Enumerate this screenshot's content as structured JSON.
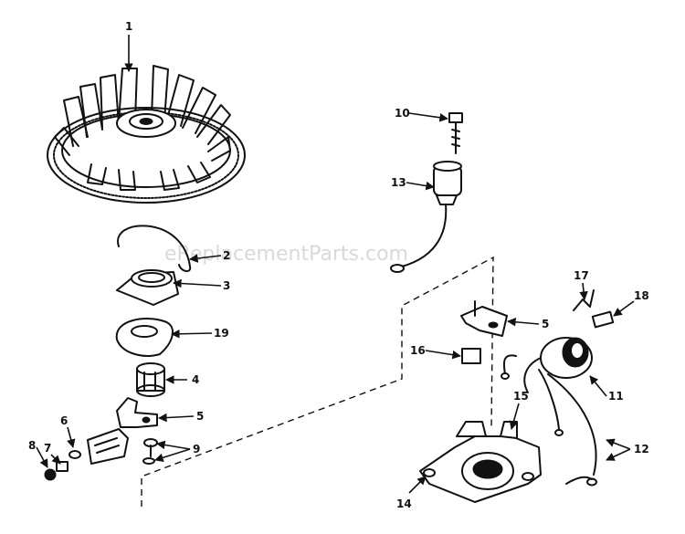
{
  "watermark": "eReplacementParts.com",
  "callouts": {
    "c1": "1",
    "c2": "2",
    "c3": "3",
    "c4": "4",
    "c5a": "5",
    "c5b": "5",
    "c6": "6",
    "c7": "7",
    "c8": "8",
    "c9": "9",
    "c10": "10",
    "c11": "11",
    "c12": "12",
    "c13": "13",
    "c14": "14",
    "c15": "15",
    "c16": "16",
    "c17": "17",
    "c18": "18",
    "c19": "19"
  },
  "icons": [
    "flywheel",
    "spring-clip",
    "washer-plate",
    "gasket-plate",
    "sleeve",
    "bracket",
    "screw",
    "condenser",
    "ignition-coil",
    "coil-wire",
    "stator-base",
    "lead-wire",
    "insulator"
  ]
}
